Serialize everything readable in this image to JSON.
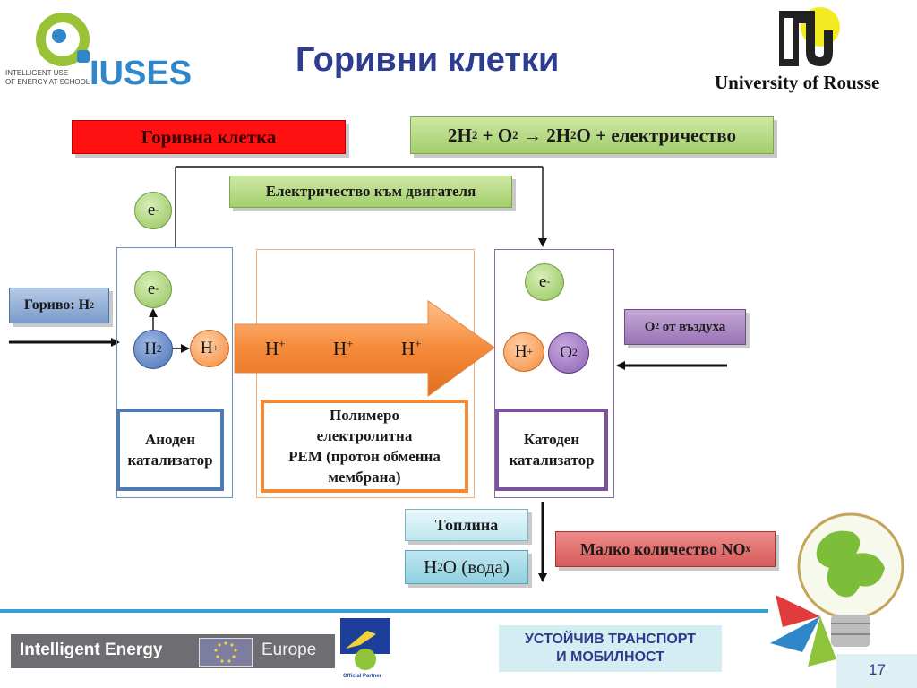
{
  "header": {
    "title": "Горивни клетки",
    "logo_tagline_1": "INTELLIGENT USE",
    "logo_tagline_2": "OF ENERGY AT SCHOOL",
    "logo_text": "IUSES",
    "university": "University of Rousse"
  },
  "diagram": {
    "fuel_cell_label": "Горивна клетка",
    "reaction": {
      "lhs_a": "2H",
      "lhs_a_sub": "2",
      "plus_1": " + ",
      "lhs_b": "O",
      "lhs_b_sub": "2",
      "arrow": " → ",
      "rhs_a": "2H",
      "rhs_a_sub": "2",
      "rhs_b": "O",
      "plus_2": " + ",
      "rhs_c": "електричество"
    },
    "electricity_to_motor": "Електричество към двигателя",
    "fuel_label": "Гориво: H",
    "fuel_label_sub": "2",
    "o2_air_label": "O",
    "o2_air_sub": "2",
    "o2_air_rest": " от въздуха",
    "electron": "e",
    "electron_sup": "-",
    "h2": "H",
    "h2_sub": "2",
    "h_plus": "H",
    "h_plus_sup": "+",
    "o2": "O",
    "o2_sub": "2",
    "anode_catalyst_1": "Аноден",
    "anode_catalyst_2": "катализатор",
    "pem_1": "Полимеро",
    "pem_2": "електролитна",
    "pem_3": "PEM (протон обменна",
    "pem_4": "мембрана)",
    "cathode_catalyst_1": "Катоден",
    "cathode_catalyst_2": "катализатор",
    "heat": "Топлина",
    "water": "H",
    "water_sub": "2",
    "water_rest": "O (вода)",
    "nox": "Малко количество NO",
    "nox_sub": "x"
  },
  "footer": {
    "ie_left": "Intelligent Energy",
    "ie_right": "Europe",
    "partner": "Official Partner",
    "transport_1": "УСТОЙЧИВ ТРАНСПОРТ",
    "transport_2": "И МОБИЛНОСТ",
    "page_number": "17"
  },
  "colors": {
    "title": "#2e3d92",
    "fuel_cell": "#ff1111",
    "green_box": "#a3cf6b",
    "blue_box": "#7c9ccb",
    "purple_box": "#9a74b6",
    "orange_arrow": "#f58a3a",
    "nox_box": "#d75c5c",
    "footer_line": "#3aa0d4"
  }
}
